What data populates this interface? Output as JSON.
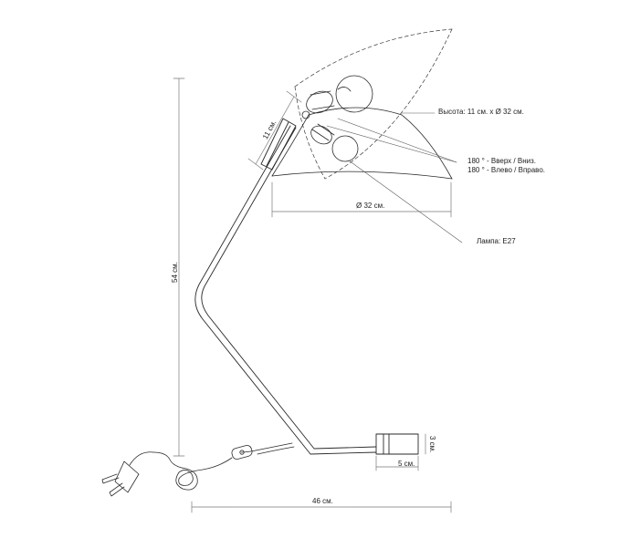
{
  "colors": {
    "line": "#2a2a2a",
    "dim": "#7a7a7a",
    "text": "#222222",
    "background": "#ffffff"
  },
  "labels": {
    "shade_height_diameter": "Высота: 11 см. x Ø 32 см.",
    "rotation_vertical": "180 ° - Вверх / Вниз.",
    "rotation_horizontal": "180 ° - Влево / Вправо.",
    "lamp_socket": "Лампа: E27",
    "shade_diameter": "Ø 32 см.",
    "shade_height": "11 см.",
    "total_height": "54 см.",
    "base_length": "46 см.",
    "foot_height": "3 см.",
    "foot_width": "5 см."
  }
}
